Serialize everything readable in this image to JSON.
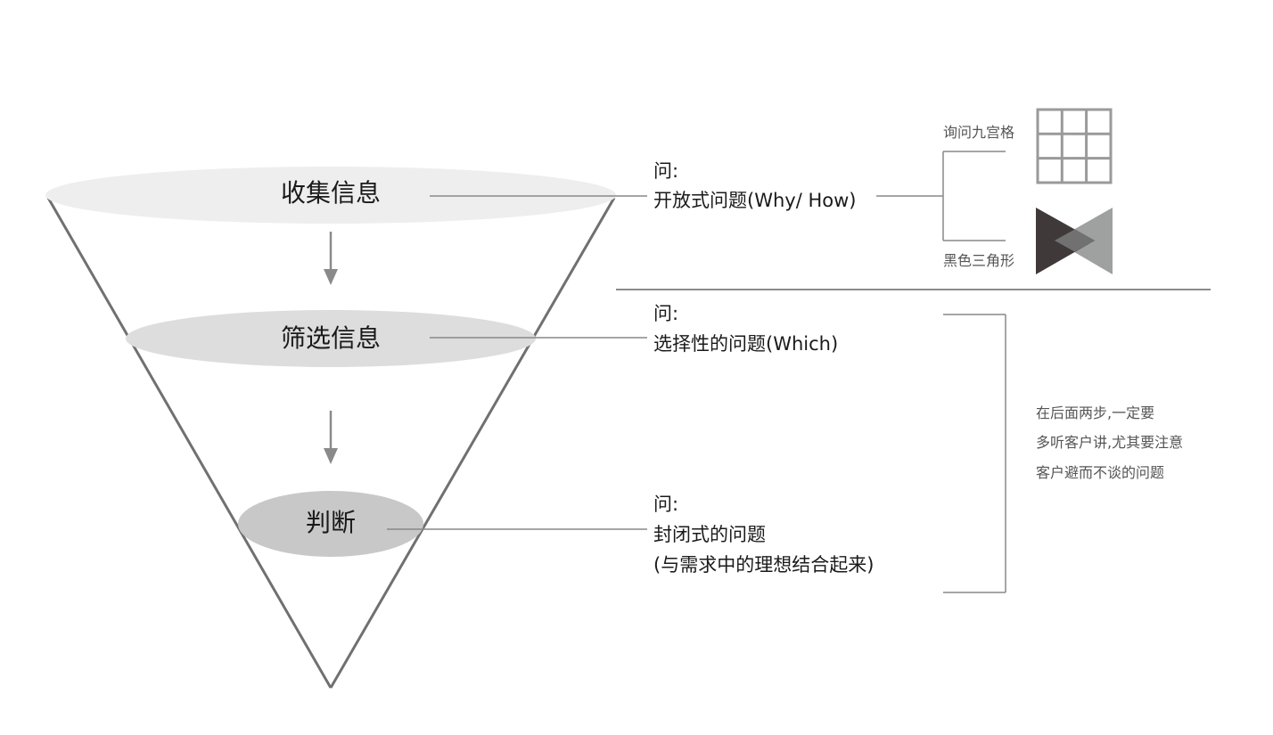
{
  "stages": [
    {
      "label": "收集信息"
    },
    {
      "label": "筛选信息"
    },
    {
      "label": "判断"
    }
  ],
  "questions": [
    {
      "prefix": "问:",
      "line1": "开放式问题(Why/ How)"
    },
    {
      "prefix": "问:",
      "line1": "选择性的问题(Which)"
    },
    {
      "prefix": "问:",
      "line1": "封闭式的问题",
      "line2": "(与需求中的理想结合起来)"
    }
  ],
  "methods": {
    "grid": {
      "label": "询问九宫格",
      "icon": "nine-grid-icon"
    },
    "triangles": {
      "label": "黑色三角形",
      "icon": "black-triangles-icon"
    }
  },
  "note": {
    "lines": [
      "在后面两步,一定要",
      "多听客户讲,尤其要注意",
      "客户避而不谈的问题"
    ]
  },
  "colors": {
    "funnel_line": "#707070",
    "ellipse_1": "#eeeeee",
    "ellipse_2": "#dcdddc",
    "ellipse_3": "#c8c8c8",
    "connector": "#888888",
    "tri_dark": "#3f3a39",
    "tri_light": "#9fa0a0",
    "tri_overlap": "#727171"
  }
}
